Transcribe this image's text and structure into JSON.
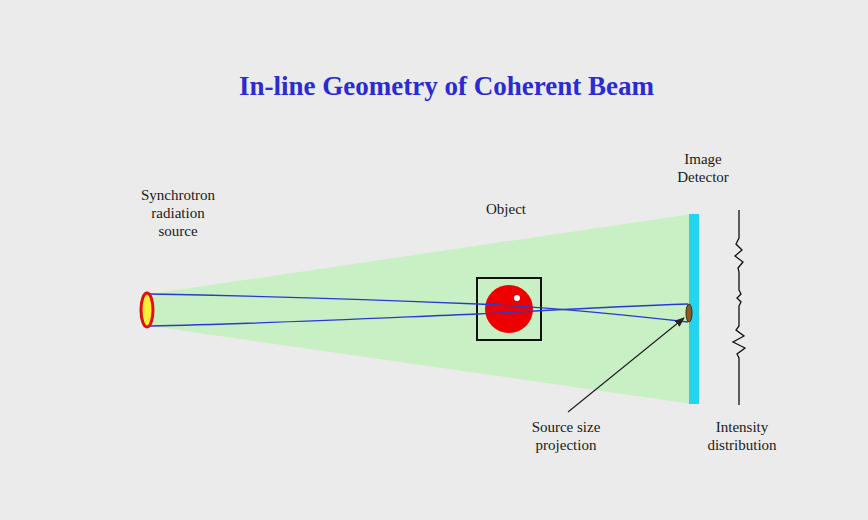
{
  "diagram": {
    "title": "In-line Geometry of Coherent Beam",
    "labels": [
      "Synchrotron radiation source",
      "Object",
      "Image Detector",
      "Source size projection",
      "Intensity distribution"
    ]
  }
}
